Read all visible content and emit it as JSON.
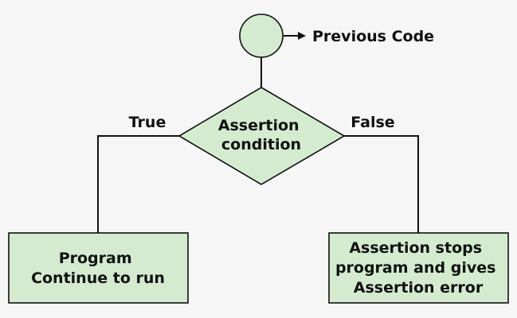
{
  "colors": {
    "background": "#f6f6f6",
    "node_fill": "#d4ebd0",
    "stroke": "#111111",
    "text": "#111111"
  },
  "nodes": {
    "start": {
      "shape": "circle"
    },
    "previous_code": {
      "label": "Previous Code"
    },
    "decision": {
      "shape": "diamond",
      "lines": [
        "Assertion",
        "condition"
      ]
    },
    "true_box": {
      "shape": "rectangle",
      "lines": [
        "Program",
        "Continue to run"
      ]
    },
    "false_box": {
      "shape": "rectangle",
      "lines": [
        "Assertion stops",
        "program and gives",
        "Assertion error"
      ]
    }
  },
  "edges": {
    "true_label": "True",
    "false_label": "False"
  }
}
